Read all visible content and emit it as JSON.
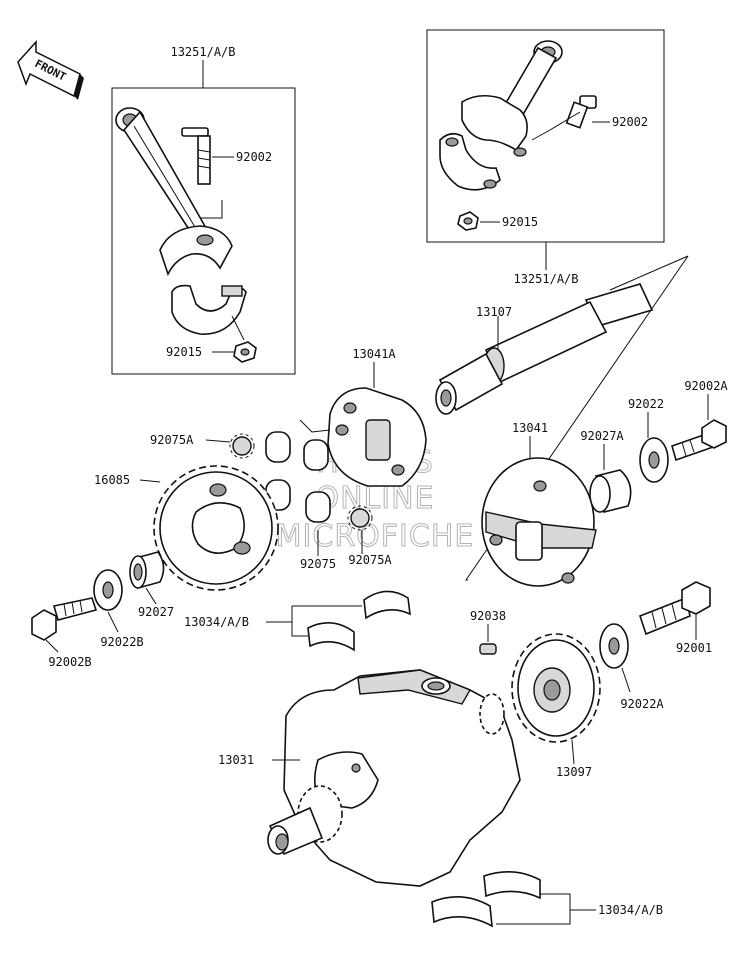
{
  "front_arrow": {
    "label": "FRONT"
  },
  "watermark": {
    "lines": [
      "HLSM'S",
      "ONLINE",
      "MICROFICHE"
    ]
  },
  "labels": {
    "l13251_left": "13251/A/B",
    "l92002_left": "92002",
    "l92015_left": "92015",
    "l92002_right": "92002",
    "l92015_right": "92015",
    "l13251_right": "13251/A/B",
    "l13107": "13107",
    "l13041A": "13041A",
    "l92075A_top": "92075A",
    "l16085": "16085",
    "l92075": "92075",
    "l92075A_bottom": "92075A",
    "l92027": "92027",
    "l92022B": "92022B",
    "l92002B": "92002B",
    "l13041": "13041",
    "l92022": "92022",
    "l92002A": "92002A",
    "l92027A": "92027A",
    "l13034_upper": "13034/A/B",
    "l92038": "92038",
    "l92001": "92001",
    "l92022A": "92022A",
    "l13097": "13097",
    "l13031": "13031",
    "l13034_lower": "13034/A/B"
  }
}
